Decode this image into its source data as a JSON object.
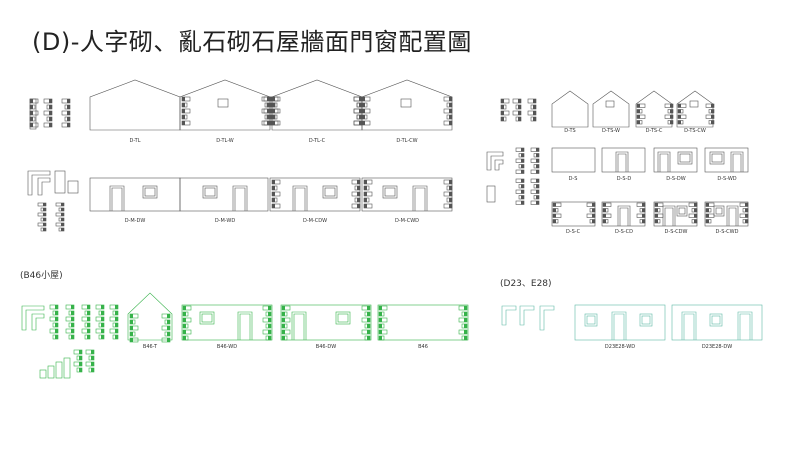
{
  "title": "(D)-人字砌、亂石砌石屋牆面門窗配置圖",
  "sections": {
    "b46": "(B46小屋)",
    "d23": "(D23、E28)"
  },
  "labels": {
    "d_tl": "D-TL",
    "d_tl_w": "D-TL-W",
    "d_tl_c": "D-TL-C",
    "d_tl_cw": "D-TL-CW",
    "d_m_dw": "D-M-DW",
    "d_m_wd": "D-M-WD",
    "d_m_cdw": "D-M-CDW",
    "d_m_cwd": "D-M-CWD",
    "d_ts": "D-TS",
    "d_ts_w": "D-TS-W",
    "d_ts_c": "D-TS-C",
    "d_ts_cw": "D-TS-CW",
    "d_s": "D-S",
    "d_s_d": "D-S-D",
    "d_s_dw": "D-S-DW",
    "d_s_wd": "D-S-WD",
    "d_s_c": "D-S-C",
    "d_s_cd": "D-S-CD",
    "d_s_cdw": "D-S-CDW",
    "d_s_cwd": "D-S-CWD",
    "b46_t": "B46-T",
    "b46_wd": "B46-WD",
    "b46_dw": "B46-DW",
    "b46": "B46",
    "d23_wd": "D23E28-WD",
    "d23_dw": "D23E28-DW"
  },
  "colors": {
    "line": "#555555",
    "green": "#36b24a",
    "teal": "#5fb8a6",
    "dark": "#555555"
  }
}
